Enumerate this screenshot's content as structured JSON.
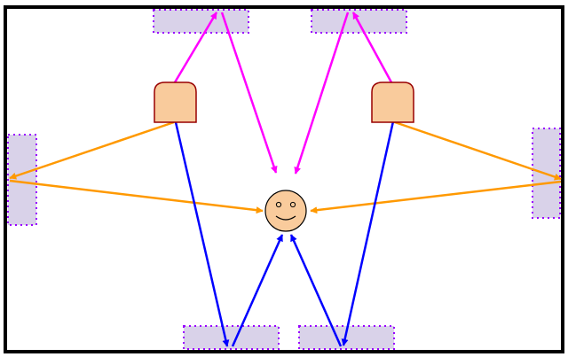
{
  "colors": {
    "background": "#ffffff",
    "frame": "#000000",
    "panel_fill": "#d9d2e9",
    "panel_border": "#9900ff",
    "speaker_fill": "#f9cb9c",
    "speaker_border": "#990000",
    "listener_fill": "#f9cb9c",
    "listener_border": "#000000",
    "path_direct": "#ff9900",
    "path_ceiling": "#ff00ff",
    "path_floor": "#0000ff"
  },
  "icons": {
    "listener": "smiley-face-icon",
    "speaker": "speaker-icon"
  },
  "panels": [
    "top-left",
    "top-right",
    "left",
    "right",
    "bottom-left",
    "bottom-right"
  ],
  "speakers": [
    "left",
    "right"
  ],
  "reflection_paths": [
    {
      "from": "left-speaker",
      "via": "left-panel",
      "color": "path_direct"
    },
    {
      "from": "right-speaker",
      "via": "right-panel",
      "color": "path_direct"
    },
    {
      "from": "left-speaker",
      "via": "top-left-panel",
      "color": "path_ceiling"
    },
    {
      "from": "right-speaker",
      "via": "top-right-panel",
      "color": "path_ceiling"
    },
    {
      "from": "left-speaker",
      "via": "bottom-left-panel",
      "color": "path_floor"
    },
    {
      "from": "right-speaker",
      "via": "bottom-right-panel",
      "color": "path_floor"
    }
  ]
}
